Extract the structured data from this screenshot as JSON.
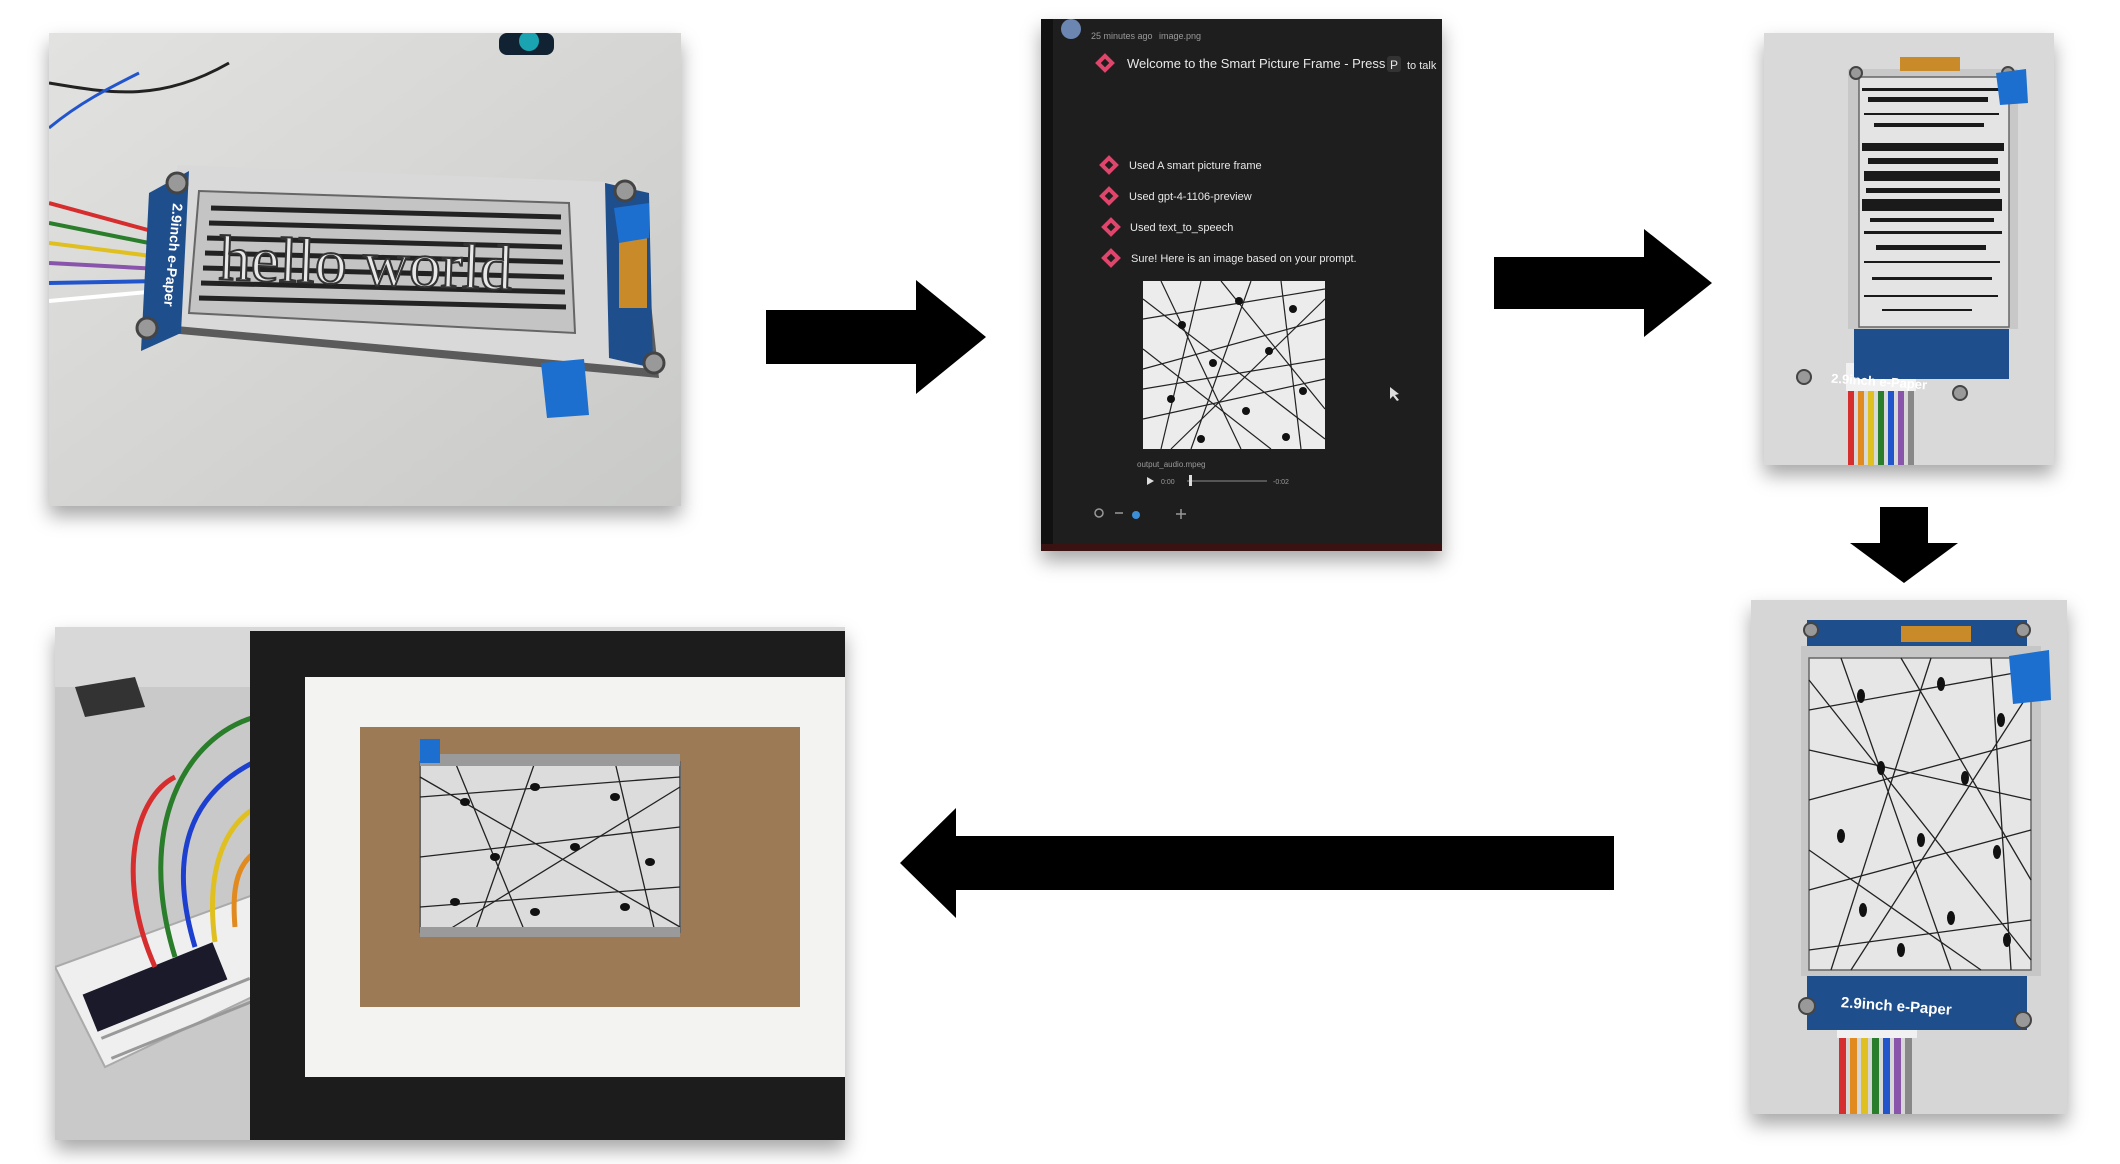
{
  "photo1": {
    "display_text": "hello world",
    "panel_label": "2.9inch e-Paper"
  },
  "photo2": {
    "sender_time": "25 minutes ago",
    "attachment": "image.png",
    "welcome_prefix": "Welcome to the Smart Picture Frame - Press",
    "welcome_key": "P",
    "welcome_suffix": "to talk",
    "steps": [
      "Used A smart picture frame",
      "Used gpt-4-1106-preview",
      "Used text_to_speech",
      "Sure! Here is an image based on your prompt."
    ],
    "audio_file": "output_audio.mpeg",
    "audio_time_start": "0:00",
    "audio_time_end": "-0:02"
  },
  "photo3": {
    "panel_label": "2.9inch e-Paper"
  },
  "photo4": {
    "panel_label": "2.9inch e-Paper"
  },
  "colors": {
    "arrow": "#000000",
    "chat_bg": "#1e1e1e",
    "bullet": "#e0456c",
    "pcb_blue": "#1f4e8c",
    "tape_blue": "#1c6fcf"
  }
}
